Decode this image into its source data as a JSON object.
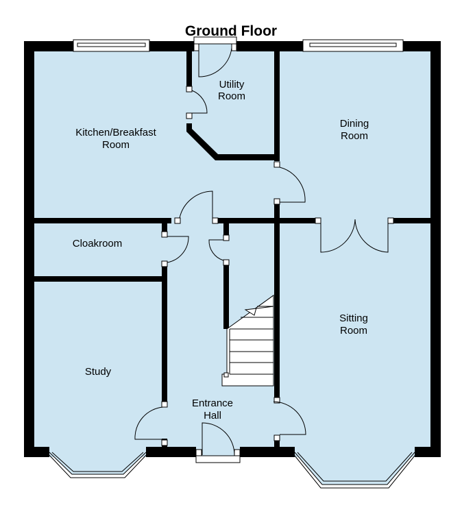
{
  "title": "Ground Floor",
  "colors": {
    "floor": "#cde5f2",
    "wall": "#000000"
  },
  "rooms": {
    "kitchen": [
      "Kitchen/Breakfast",
      "Room"
    ],
    "utility": [
      "Utility",
      "Room"
    ],
    "dining": [
      "Dining",
      "Room"
    ],
    "cloakroom": [
      "Cloakroom"
    ],
    "study": [
      "Study"
    ],
    "sitting": [
      "Sitting",
      "Room"
    ],
    "hall": [
      "Entrance",
      "Hall"
    ]
  }
}
